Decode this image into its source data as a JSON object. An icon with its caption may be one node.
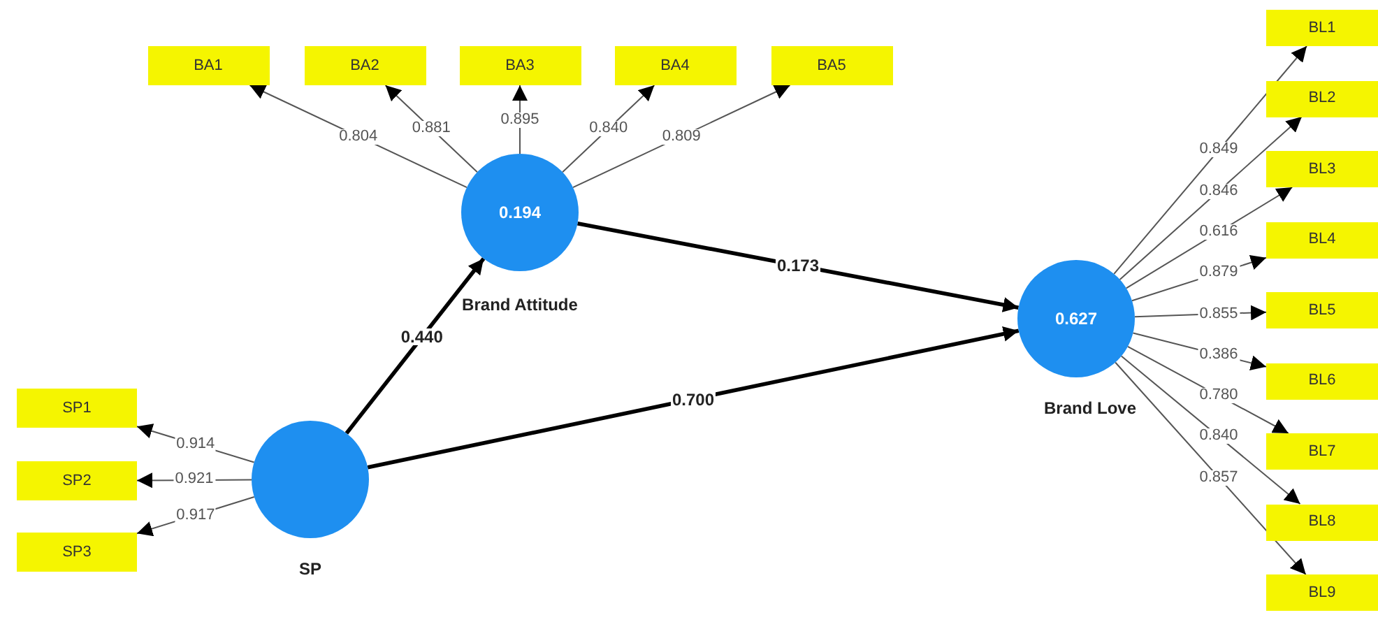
{
  "diagram": {
    "nodes": [
      {
        "text": [
          "BA1"
        ]
      },
      {
        "text": [
          "BA2"
        ]
      },
      {
        "text": [
          "BA3"
        ]
      },
      {
        "text": [
          "BA4"
        ]
      },
      {
        "text": [
          "BA5"
        ]
      },
      {
        "text": [
          "0.194"
        ],
        "beside": [
          "Brand Attitude"
        ]
      },
      {
        "text": [
          "0.627"
        ],
        "beside": [
          "Brand Love"
        ]
      },
      {
        "text": [
          "BL1"
        ]
      },
      {
        "text": [
          "BL2"
        ]
      },
      {
        "text": [
          "BL3"
        ]
      },
      {
        "text": [
          "BL4"
        ]
      },
      {
        "text": [
          "BL5"
        ]
      },
      {
        "text": [
          "BL6"
        ]
      },
      {
        "text": [
          "BL7"
        ]
      },
      {
        "text": [
          "BL8"
        ]
      },
      {
        "text": [
          "BL9"
        ]
      },
      {
        "text": [
          "SP1"
        ]
      },
      {
        "text": [
          "SP2"
        ]
      },
      {
        "text": [
          "SP3"
        ]
      },
      {
        "text": [],
        "shape": "circle",
        "beside": [
          "SP"
        ]
      }
    ],
    "edges": [
      {
        "from": 5,
        "to": 0,
        "arrow": "to",
        "label": "0.804"
      },
      {
        "from": 5,
        "to": 1,
        "arrow": "to",
        "label": "0.881"
      },
      {
        "from": 5,
        "to": 2,
        "arrow": "to",
        "label": "0.895"
      },
      {
        "from": 5,
        "to": 3,
        "arrow": "to",
        "label": "0.840"
      },
      {
        "from": 5,
        "to": 4,
        "arrow": "to",
        "label": "0.809"
      },
      {
        "from": 5,
        "to": 6,
        "arrow": "to",
        "label": "0.173",
        "style": "thick"
      },
      {
        "from": 6,
        "to": 7,
        "arrow": "to",
        "label": "0.849"
      },
      {
        "from": 6,
        "to": 8,
        "arrow": "to",
        "label": "0.846"
      },
      {
        "from": 6,
        "to": 9,
        "arrow": "to",
        "label": "0.616"
      },
      {
        "from": 6,
        "to": 10,
        "arrow": "to",
        "label": "0.879"
      },
      {
        "from": 6,
        "to": 11,
        "arrow": "to",
        "label": "0.855"
      },
      {
        "from": 6,
        "to": 12,
        "arrow": "to",
        "label": "0.386"
      },
      {
        "from": 6,
        "to": 13,
        "arrow": "to",
        "label": "0.780"
      },
      {
        "from": 6,
        "to": 14,
        "arrow": "to",
        "label": "0.840"
      },
      {
        "from": 6,
        "to": 15,
        "arrow": "to",
        "label": "0.857"
      },
      {
        "from": 19,
        "to": 16,
        "arrow": "to",
        "label": "0.914"
      },
      {
        "from": 19,
        "to": 17,
        "arrow": "to",
        "label": "0.921"
      },
      {
        "from": 19,
        "to": 18,
        "arrow": "to",
        "label": "0.917"
      },
      {
        "from": 19,
        "to": 5,
        "arrow": "to",
        "label": "0.440",
        "style": "thick"
      },
      {
        "from": 19,
        "to": 6,
        "arrow": "to",
        "label": "0.700",
        "style": "thick"
      }
    ]
  }
}
